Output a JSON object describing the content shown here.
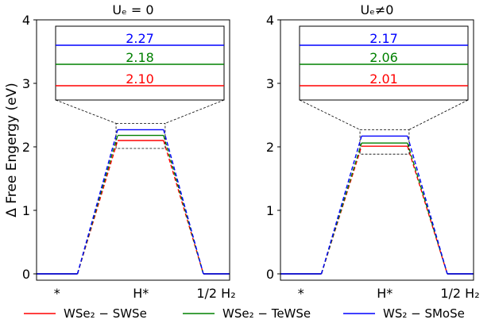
{
  "chart_data": {
    "type": "line",
    "ylabel": "Δ Free Engergy (eV)",
    "ylim": [
      0,
      4
    ],
    "yticks": [
      "0",
      "1",
      "2",
      "3",
      "4"
    ],
    "categories": [
      "*",
      "H*",
      "1/2 H₂"
    ],
    "panels": [
      {
        "title": "Uₑ = 0",
        "series": [
          {
            "name": "WSe₂ − SWSe",
            "color": "#ff0000",
            "style": "solid",
            "values": [
              0,
              2.1,
              0
            ]
          },
          {
            "name": "WSe₂ − TeWSe",
            "color": "#008000",
            "style": "solid",
            "values": [
              0,
              2.18,
              0
            ]
          },
          {
            "name": "WS₂ − SMoSe",
            "color": "#0000ff",
            "style": "solid",
            "values": [
              0,
              2.27,
              0
            ]
          }
        ],
        "inset_labels": [
          {
            "text": "2.27",
            "color": "#0000ff"
          },
          {
            "text": "2.18",
            "color": "#008000"
          },
          {
            "text": "2.10",
            "color": "#ff0000"
          }
        ]
      },
      {
        "title": "Uₑ≠0",
        "series": [
          {
            "name": "WSe₂ − SWSe",
            "color": "#ff0000",
            "style": "solid",
            "values": [
              0,
              2.01,
              0
            ]
          },
          {
            "name": "WSe₂ − TeWSe",
            "color": "#008000",
            "style": "solid",
            "values": [
              0,
              2.06,
              0
            ]
          },
          {
            "name": "WS₂ − SMoSe",
            "color": "#0000ff",
            "style": "solid",
            "values": [
              0,
              2.17,
              0
            ]
          }
        ],
        "inset_labels": [
          {
            "text": "2.17",
            "color": "#0000ff"
          },
          {
            "text": "2.06",
            "color": "#008000"
          },
          {
            "text": "2.01",
            "color": "#ff0000"
          }
        ]
      }
    ],
    "legend": {
      "placement": "bottom",
      "entries": [
        {
          "label": "WSe₂ − SWSe",
          "color": "#ff0000"
        },
        {
          "label": "WSe₂ − TeWSe",
          "color": "#008000"
        },
        {
          "label": "WS₂ − SMoSe",
          "color": "#0000ff"
        }
      ]
    }
  }
}
